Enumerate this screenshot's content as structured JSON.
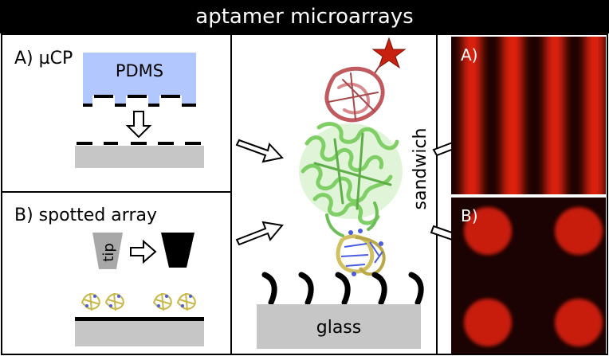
{
  "title": "aptamer microarrays",
  "panel_a": {
    "label": "A) µCP",
    "stamp_label": "PDMS"
  },
  "panel_b": {
    "label": "B) spotted array",
    "tip_label": "tip"
  },
  "center": {
    "side_label": "sandwich",
    "substrate_label": "glass"
  },
  "images": {
    "label_a": "A)",
    "label_b": "B)"
  },
  "colors": {
    "pdms": "#b3c7ff",
    "substrate": "#c6c6c6",
    "fluorescence": "#e0200c",
    "dark_bg": "#1a0302",
    "star": "#c8200e",
    "protein": "#7fcf66",
    "aptamer_top": "#c05a5e",
    "aptamer_bottom": "#d0c060",
    "nucleotide": "#4a5ee0"
  },
  "icons": [
    "star-icon",
    "arrow-icon",
    "protein-ribbon",
    "aptamer-ribbon"
  ]
}
